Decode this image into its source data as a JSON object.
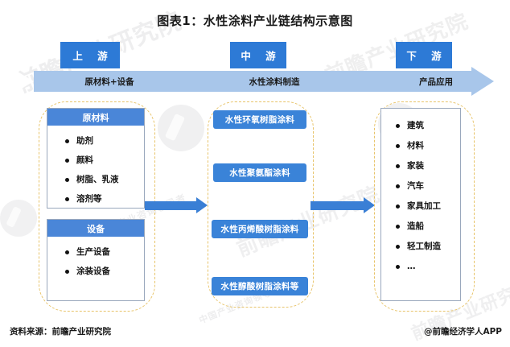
{
  "title": "图表1：水性涂料产业链结构示意图",
  "stages": [
    {
      "name": "上 游",
      "band_label": "原材料+设备"
    },
    {
      "name": "中 游",
      "band_label": "水性涂料制造"
    },
    {
      "name": "下 游",
      "band_label": "产品应用"
    }
  ],
  "upstream": {
    "cards": [
      {
        "header": "原材料",
        "items": [
          "助剂",
          "颜料",
          "树脂、乳液",
          "溶剂等"
        ]
      },
      {
        "header": "设备",
        "items": [
          "生产设备",
          "涂装设备"
        ]
      }
    ]
  },
  "midstream": {
    "pills": [
      "水性环氧树脂涂料",
      "水性聚氨酯涂料",
      "水性丙烯酸树脂涂料",
      "水性醇酸树脂涂料等"
    ]
  },
  "downstream": {
    "items": [
      "建筑",
      "材料",
      "家装",
      "汽车",
      "家具加工",
      "造船",
      "轻工制造",
      "…"
    ]
  },
  "footer": {
    "source": "资料来源：前瞻产业研究院",
    "credit": "@前瞻经济学人APP"
  },
  "watermarks": [
    "前瞻产业研究院",
    "中国产业咨询领导者",
    "前瞻产业研究院",
    "前瞻产业研究院"
  ],
  "colors": {
    "stage_blue": "#2d7ad6",
    "band_blue": "#a8c6ea",
    "card_head_blue": "#4a86d8",
    "pill_blue": "#3a83d8",
    "arrow_blue": "#3a7fd5",
    "dashed_gold": "#e8c46a",
    "card_border": "#9aa8bd",
    "text_dark": "#1a1a1a"
  }
}
